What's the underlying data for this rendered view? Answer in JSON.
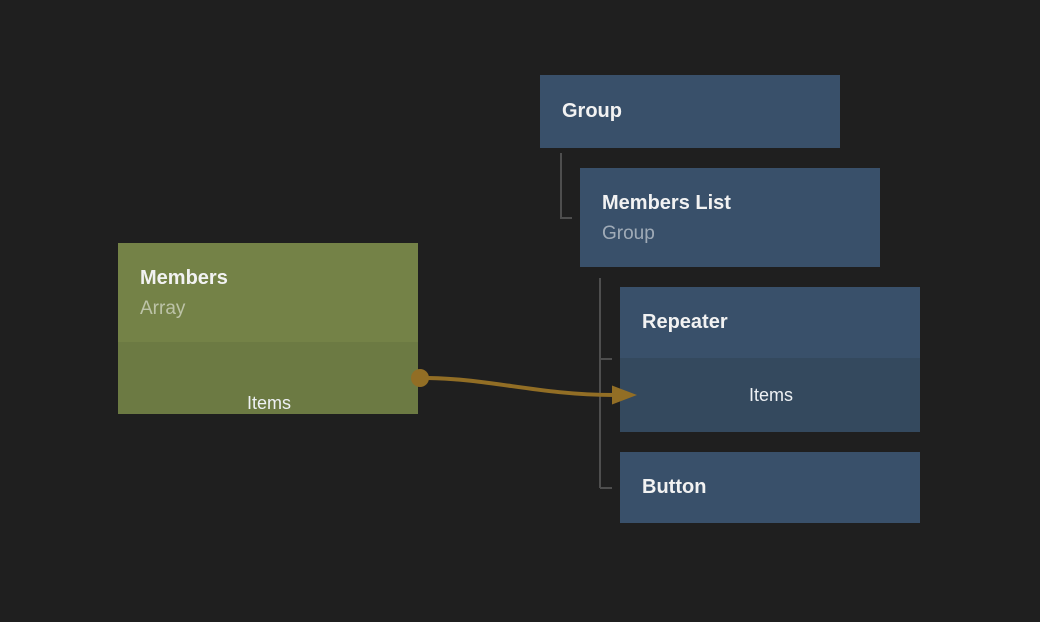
{
  "colors": {
    "background": "#1f1f1f",
    "node_blue": "#39506a",
    "node_blue_row": "#34495e",
    "node_green": "#748247",
    "node_green_row": "#6c7a43",
    "connection": "#926e25",
    "tree_line": "#4e4e4e",
    "title_text": "#f2f2f2",
    "subtitle_text": "rgba(255,255,255,0.52)",
    "port_text": "#eef1f4"
  },
  "nodes": {
    "group": {
      "title": "Group"
    },
    "members_list": {
      "title": "Members List",
      "subtitle": "Group"
    },
    "repeater": {
      "title": "Repeater",
      "ports": {
        "items": "Items"
      }
    },
    "button": {
      "title": "Button"
    },
    "members": {
      "title": "Members",
      "subtitle": "Array",
      "ports": {
        "items": "Items"
      }
    }
  },
  "connections": [
    {
      "from": "Members.Items",
      "to": "Repeater.Items"
    }
  ]
}
